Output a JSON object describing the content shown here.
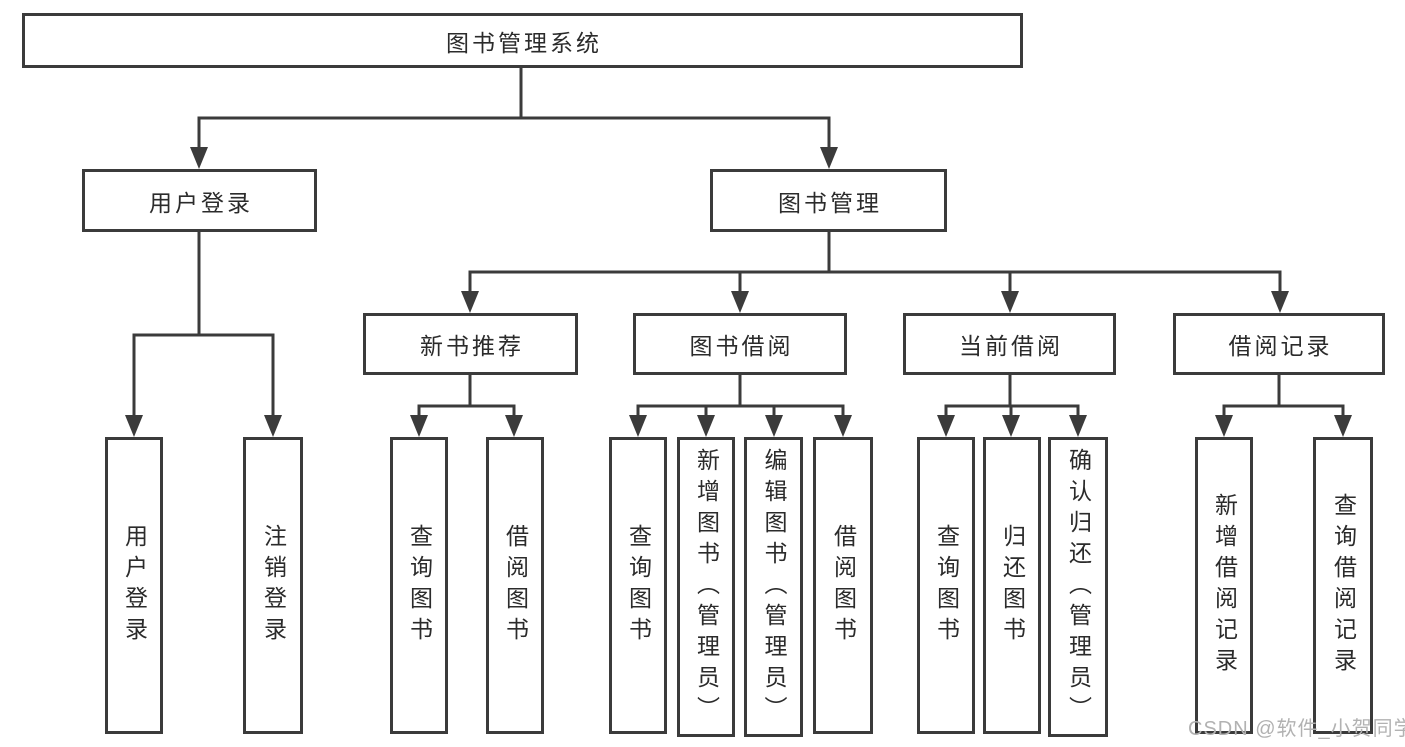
{
  "diagram": {
    "root": {
      "label": "图书管理系统"
    },
    "level2": [
      {
        "id": "user-login",
        "label": "用户登录"
      },
      {
        "id": "book-management",
        "label": "图书管理"
      }
    ],
    "level3": [
      {
        "id": "new-book-recommendation",
        "parent": "图书管理",
        "label": "新书推荐"
      },
      {
        "id": "book-borrowing",
        "parent": "图书管理",
        "label": "图书借阅"
      },
      {
        "id": "current-borrowing",
        "parent": "图书管理",
        "label": "当前借阅"
      },
      {
        "id": "borrowing-records",
        "parent": "图书管理",
        "label": "借阅记录"
      }
    ],
    "leaves": [
      {
        "parent": "用户登录",
        "label": "用户登录"
      },
      {
        "parent": "用户登录",
        "label": "注销登录"
      },
      {
        "parent": "新书推荐",
        "label": "查询图书"
      },
      {
        "parent": "新书推荐",
        "label": "借阅图书"
      },
      {
        "parent": "图书借阅",
        "label": "查询图书"
      },
      {
        "parent": "图书借阅",
        "label": "新增图书（管理员）"
      },
      {
        "parent": "图书借阅",
        "label": "编辑图书（管理员）"
      },
      {
        "parent": "图书借阅",
        "label": "借阅图书"
      },
      {
        "parent": "当前借阅",
        "label": "查询图书"
      },
      {
        "parent": "当前借阅",
        "label": "归还图书"
      },
      {
        "parent": "当前借阅",
        "label": "确认归还（管理员）"
      },
      {
        "parent": "借阅记录",
        "label": "新增借阅记录"
      },
      {
        "parent": "借阅记录",
        "label": "查询借阅记录"
      }
    ]
  },
  "watermark": {
    "text": "CSDN @软件_小贺同学"
  },
  "colors": {
    "line": "#3b3b3b",
    "box_border": "#3b3b3b",
    "text": "#2b2b2b",
    "watermark": "#b2b2b2",
    "background": "#ffffff"
  }
}
